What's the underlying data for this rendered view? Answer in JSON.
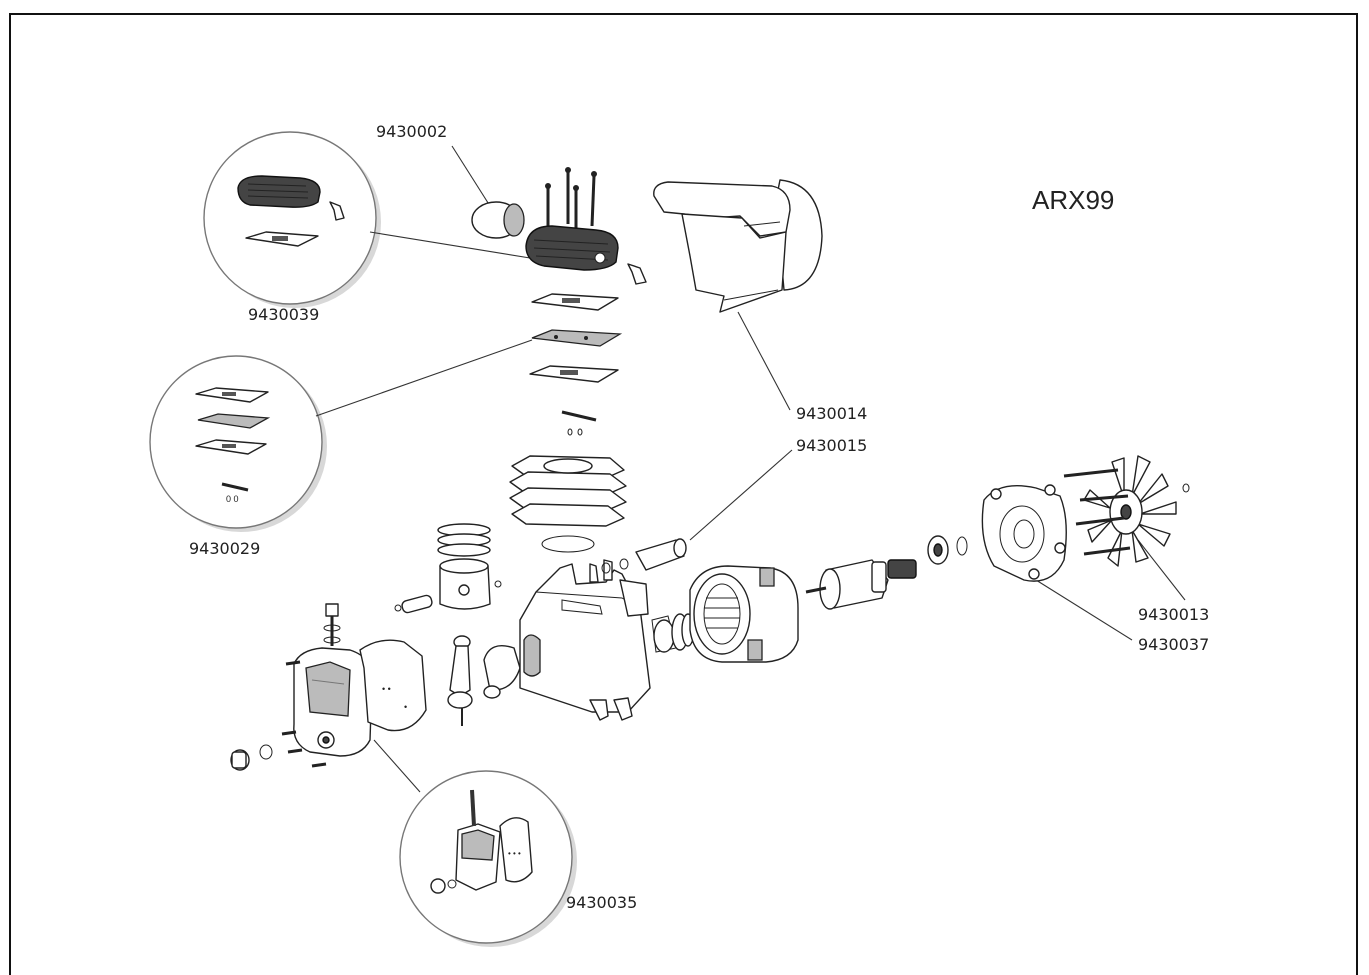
{
  "model": "ARX99",
  "parts": [
    {
      "number": "9430002"
    },
    {
      "number": "9430039"
    },
    {
      "number": "9430029"
    },
    {
      "number": "9430014"
    },
    {
      "number": "9430015"
    },
    {
      "number": "9430013"
    },
    {
      "number": "9430037"
    },
    {
      "number": "9430035"
    }
  ]
}
